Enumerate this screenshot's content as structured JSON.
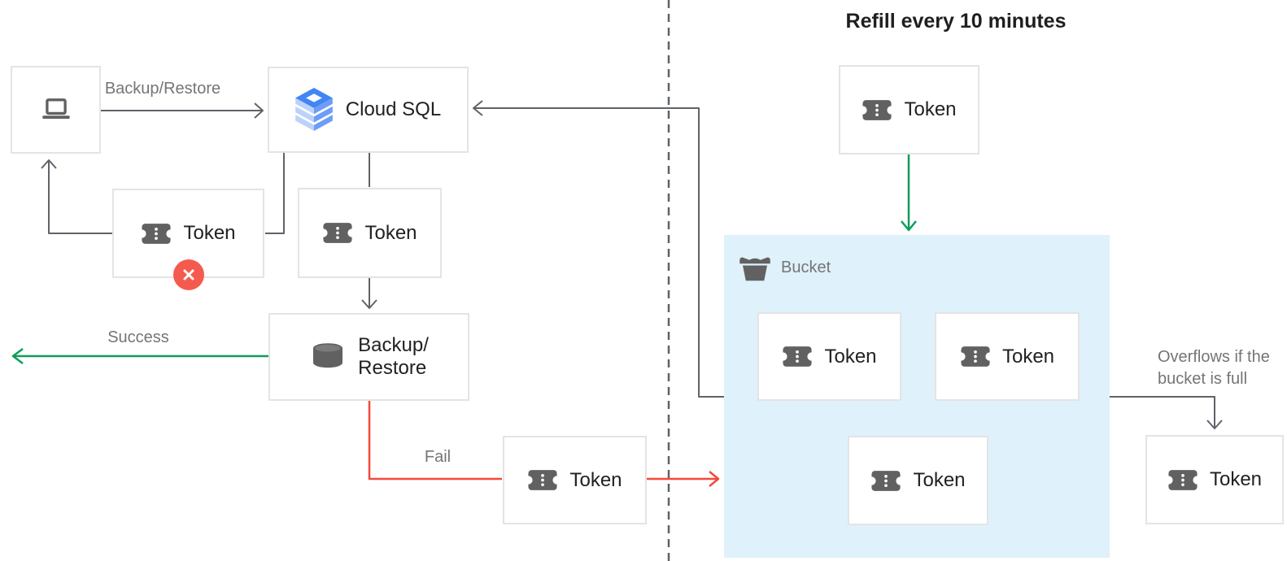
{
  "title": "Refill every 10 minutes",
  "nodes": {
    "client": {
      "icon": "laptop-icon"
    },
    "cloud_sql": {
      "label": "Cloud SQL",
      "icon": "cloud-sql-icon"
    },
    "token_rejected": {
      "label": "Token",
      "icon": "token-icon",
      "badge": "error-x"
    },
    "token_to_backup": {
      "label": "Token",
      "icon": "token-icon"
    },
    "backup_restore": {
      "label_line1": "Backup/",
      "label_line2": "Restore",
      "icon": "database-icon"
    },
    "token_fail": {
      "label": "Token",
      "icon": "token-icon"
    },
    "token_refill": {
      "label": "Token",
      "icon": "token-icon"
    },
    "token_overflow": {
      "label": "Token",
      "icon": "token-icon"
    }
  },
  "bucket": {
    "label": "Bucket",
    "icon": "bucket-icon",
    "tokens": [
      "Token",
      "Token",
      "Token"
    ]
  },
  "labels": {
    "backup_restore_edge": "Backup/Restore",
    "success": "Success",
    "fail": "Fail",
    "overflow_line1": "Overflows if the",
    "overflow_line2": "bucket is full"
  },
  "colors": {
    "success_green": "#0F9D58",
    "fail_red": "#F4493C",
    "line_gray": "#5F6368",
    "icon_gray": "#616161",
    "bucket_background": "#DFF1FB",
    "badge_red": "#F45B4E",
    "cloud_sql_blue": "#4285F4"
  }
}
